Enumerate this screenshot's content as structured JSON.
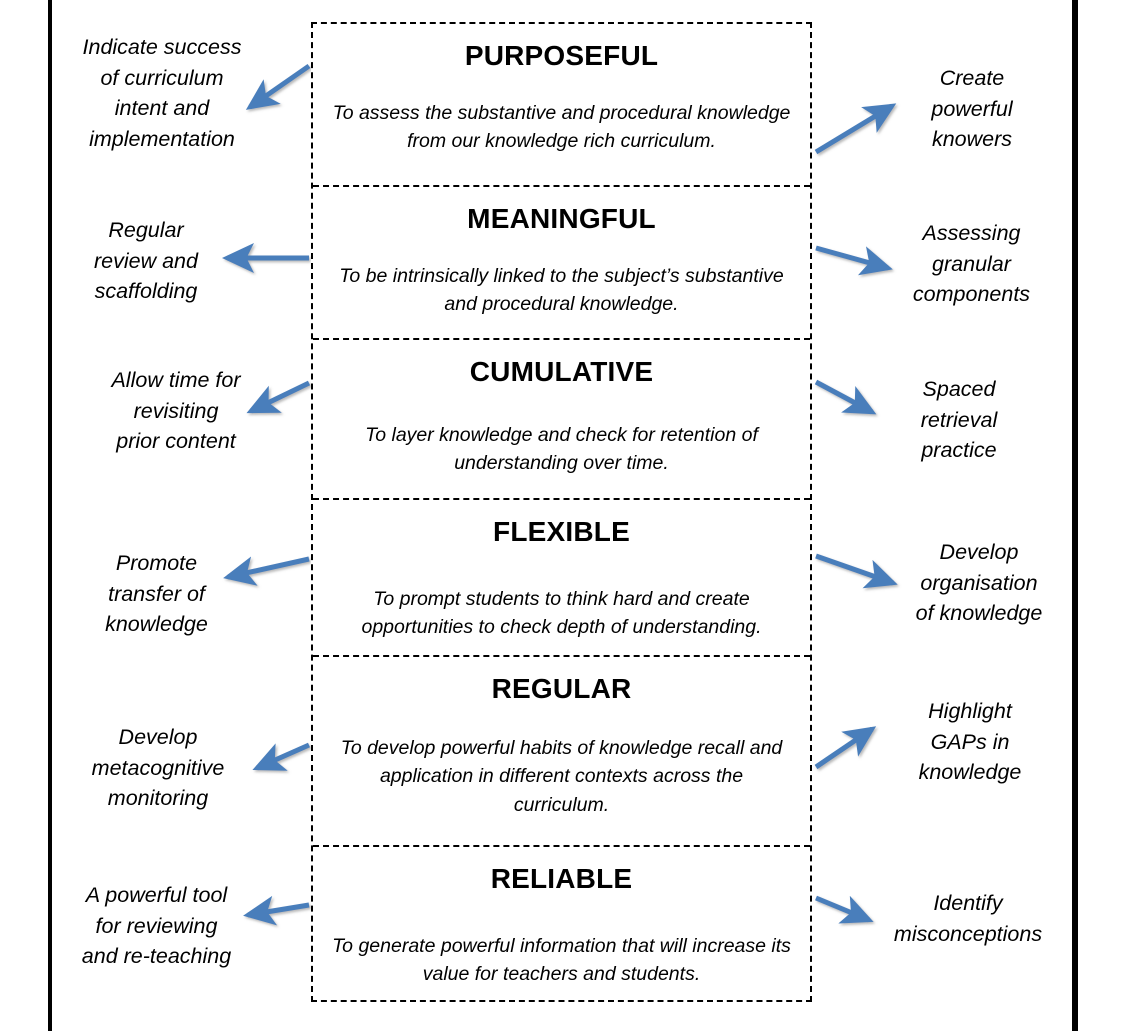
{
  "diagram": {
    "title": "Assessment principles diagram",
    "arrow_color": "#4a7ebb",
    "border_color": "#000000",
    "tenets": [
      {
        "title": "PURPOSEFUL",
        "description": "To assess the substantive and procedural knowledge from our knowledge rich curriculum.",
        "left_label": "Indicate success\nof curriculum\nintent and\nimplementation",
        "right_label": "Create\npowerful\nknowers"
      },
      {
        "title": "MEANINGFUL",
        "description": "To be intrinsically linked to the subject’s substantive and procedural knowledge.",
        "left_label": "Regular\nreview and\nscaffolding",
        "right_label": "Assessing\ngranular\ncomponents"
      },
      {
        "title": "CUMULATIVE",
        "description": "To layer knowledge and check for retention of understanding over time.",
        "left_label": "Allow time for\nrevisiting\nprior content",
        "right_label": "Spaced\nretrieval\npractice"
      },
      {
        "title": "FLEXIBLE",
        "description": "To prompt students to think hard and create opportunities to check depth of understanding.",
        "left_label": "Promote\ntransfer of\nknowledge",
        "right_label": "Develop\norganisation\nof knowledge"
      },
      {
        "title": "REGULAR",
        "description": "To develop powerful habits of knowledge recall and application in different contexts across the curriculum.",
        "left_label": "Develop\nmetacognitive\nmonitoring",
        "right_label": "Highlight\nGAPs in\nknowledge"
      },
      {
        "title": "RELIABLE",
        "description": "To generate powerful information that will increase its value for teachers and students.",
        "left_label": "A powerful tool\nfor reviewing\nand re-teaching",
        "right_label": "Identify\nmisconceptions"
      }
    ]
  }
}
